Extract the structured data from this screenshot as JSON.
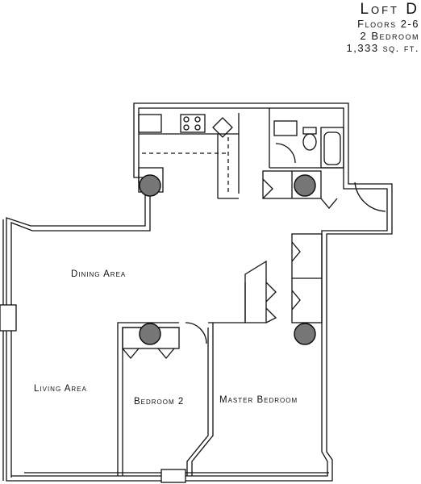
{
  "title": {
    "name": "Loft D",
    "floors": "Floors 2-6",
    "bedrooms": "2 Bedroom",
    "area": "1,333 sq. ft."
  },
  "rooms": {
    "dining": "Dining Area",
    "living": "Living Area",
    "bedroom2": "Bedroom 2",
    "master": "Master Bedroom"
  }
}
